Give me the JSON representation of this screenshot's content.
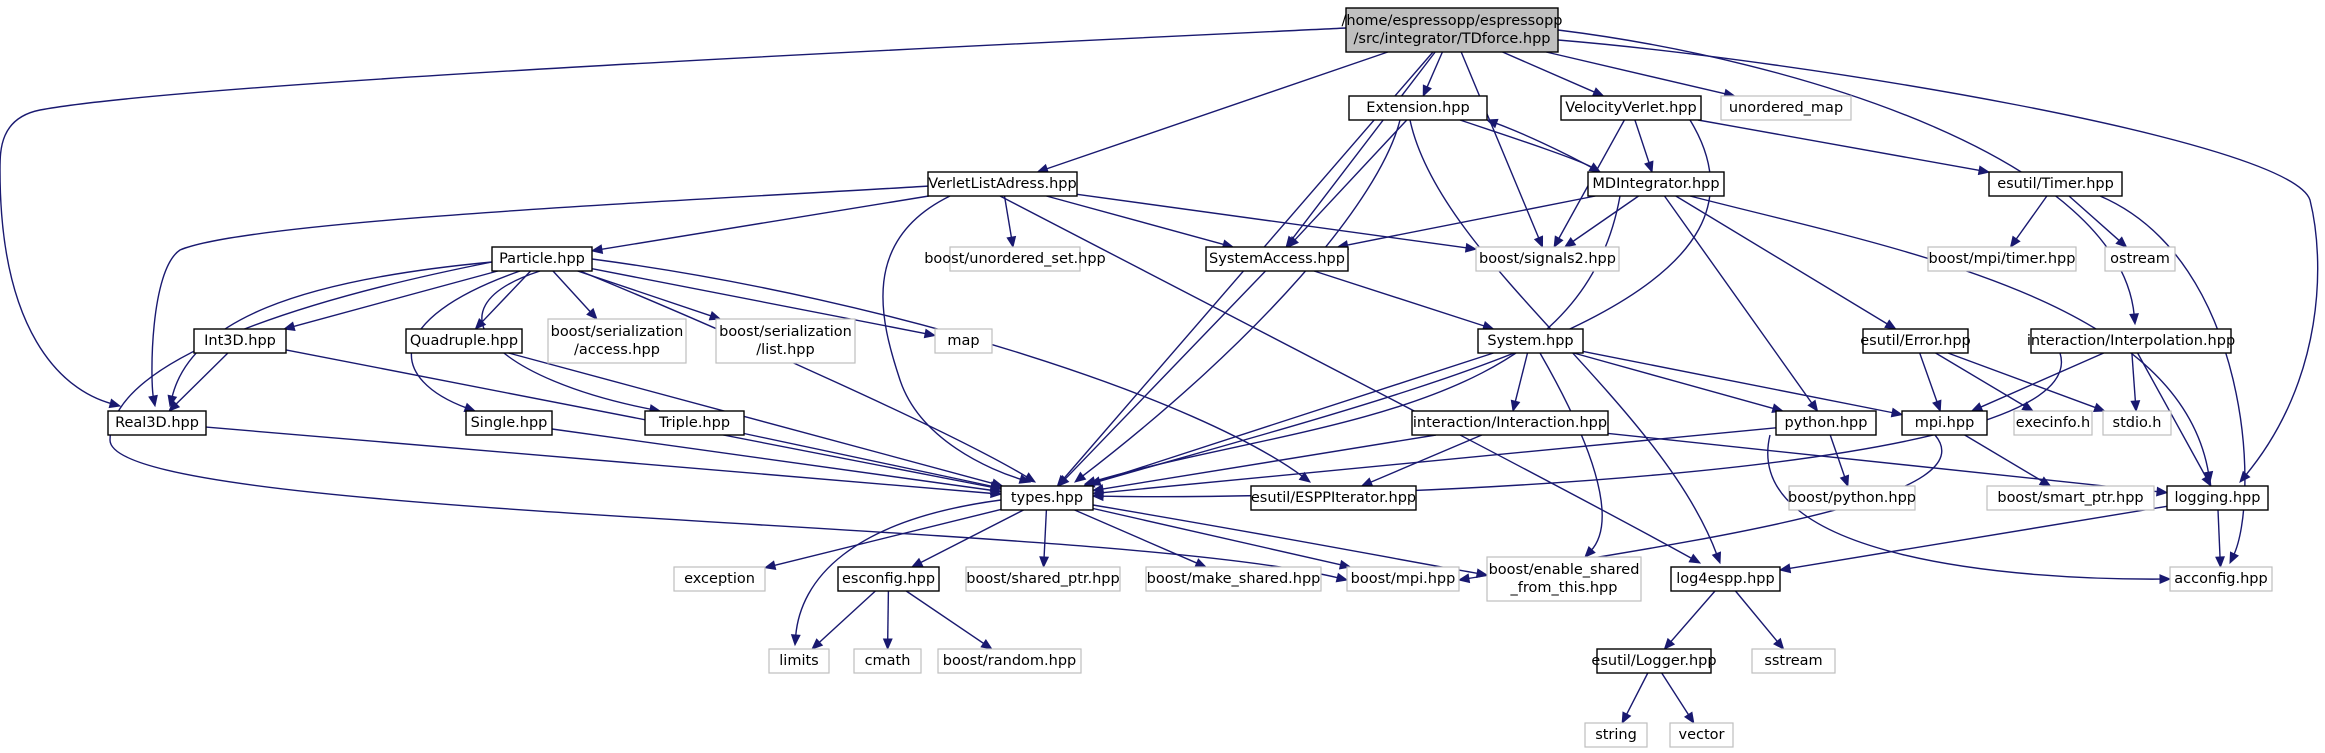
{
  "root": "/home/espressopp/espressopp/src/integrator/TDforce.hpp",
  "nodes": [
    {
      "id": "root",
      "lines": [
        "/home/espressopp/espressopp",
        "/src/integrator/TDforce.hpp"
      ],
      "style": "root"
    },
    {
      "id": "ext",
      "lines": [
        "Extension.hpp"
      ],
      "style": "doc"
    },
    {
      "id": "vv",
      "lines": [
        "VelocityVerlet.hpp"
      ],
      "style": "doc"
    },
    {
      "id": "umap",
      "lines": [
        "unordered_map"
      ],
      "style": "external"
    },
    {
      "id": "vla",
      "lines": [
        "VerletListAdress.hpp"
      ],
      "style": "doc"
    },
    {
      "id": "mdi",
      "lines": [
        "MDIntegrator.hpp"
      ],
      "style": "doc"
    },
    {
      "id": "timer",
      "lines": [
        "esutil/Timer.hpp"
      ],
      "style": "doc"
    },
    {
      "id": "particle",
      "lines": [
        "Particle.hpp"
      ],
      "style": "doc"
    },
    {
      "id": "uset",
      "lines": [
        "boost/unordered_set.hpp"
      ],
      "style": "external"
    },
    {
      "id": "sysacc",
      "lines": [
        "SystemAccess.hpp"
      ],
      "style": "doc"
    },
    {
      "id": "signals",
      "lines": [
        "boost/signals2.hpp"
      ],
      "style": "external"
    },
    {
      "id": "mpitimer",
      "lines": [
        "boost/mpi/timer.hpp"
      ],
      "style": "external"
    },
    {
      "id": "ostream",
      "lines": [
        "ostream"
      ],
      "style": "external"
    },
    {
      "id": "int3d",
      "lines": [
        "Int3D.hpp"
      ],
      "style": "doc"
    },
    {
      "id": "quad",
      "lines": [
        "Quadruple.hpp"
      ],
      "style": "doc"
    },
    {
      "id": "bsacc",
      "lines": [
        "boost/serialization",
        "/access.hpp"
      ],
      "style": "external"
    },
    {
      "id": "bslist",
      "lines": [
        "boost/serialization",
        "/list.hpp"
      ],
      "style": "external"
    },
    {
      "id": "map",
      "lines": [
        "map"
      ],
      "style": "external"
    },
    {
      "id": "system",
      "lines": [
        "System.hpp"
      ],
      "style": "doc"
    },
    {
      "id": "error",
      "lines": [
        "esutil/Error.hpp"
      ],
      "style": "doc"
    },
    {
      "id": "interp",
      "lines": [
        "interaction/Interpolation.hpp"
      ],
      "style": "doc"
    },
    {
      "id": "real3d",
      "lines": [
        "Real3D.hpp"
      ],
      "style": "doc"
    },
    {
      "id": "single",
      "lines": [
        "Single.hpp"
      ],
      "style": "doc"
    },
    {
      "id": "triple",
      "lines": [
        "Triple.hpp"
      ],
      "style": "doc"
    },
    {
      "id": "inter",
      "lines": [
        "interaction/Interaction.hpp"
      ],
      "style": "doc"
    },
    {
      "id": "python",
      "lines": [
        "python.hpp"
      ],
      "style": "doc"
    },
    {
      "id": "mpi",
      "lines": [
        "mpi.hpp"
      ],
      "style": "doc"
    },
    {
      "id": "execinfo",
      "lines": [
        "execinfo.h"
      ],
      "style": "external"
    },
    {
      "id": "stdio",
      "lines": [
        "stdio.h"
      ],
      "style": "external"
    },
    {
      "id": "types",
      "lines": [
        "types.hpp"
      ],
      "style": "doc"
    },
    {
      "id": "esppit",
      "lines": [
        "esutil/ESPPIterator.hpp"
      ],
      "style": "doc"
    },
    {
      "id": "bpython",
      "lines": [
        "boost/python.hpp"
      ],
      "style": "external"
    },
    {
      "id": "bsmart",
      "lines": [
        "boost/smart_ptr.hpp"
      ],
      "style": "external"
    },
    {
      "id": "logging",
      "lines": [
        "logging.hpp"
      ],
      "style": "doc"
    },
    {
      "id": "exception",
      "lines": [
        "exception"
      ],
      "style": "external"
    },
    {
      "id": "esconfig",
      "lines": [
        "esconfig.hpp"
      ],
      "style": "doc"
    },
    {
      "id": "bshared",
      "lines": [
        "boost/shared_ptr.hpp"
      ],
      "style": "external"
    },
    {
      "id": "bmake",
      "lines": [
        "boost/make_shared.hpp"
      ],
      "style": "external"
    },
    {
      "id": "bmpi",
      "lines": [
        "boost/mpi.hpp"
      ],
      "style": "external"
    },
    {
      "id": "benable",
      "lines": [
        "boost/enable_shared",
        "_from_this.hpp"
      ],
      "style": "external"
    },
    {
      "id": "log4",
      "lines": [
        "log4espp.hpp"
      ],
      "style": "doc"
    },
    {
      "id": "acconfig",
      "lines": [
        "acconfig.hpp"
      ],
      "style": "external"
    },
    {
      "id": "limits",
      "lines": [
        "limits"
      ],
      "style": "external"
    },
    {
      "id": "cmath",
      "lines": [
        "cmath"
      ],
      "style": "external"
    },
    {
      "id": "brandom",
      "lines": [
        "boost/random.hpp"
      ],
      "style": "external"
    },
    {
      "id": "logger",
      "lines": [
        "esutil/Logger.hpp"
      ],
      "style": "doc"
    },
    {
      "id": "sstream",
      "lines": [
        "sstream"
      ],
      "style": "external"
    },
    {
      "id": "string",
      "lines": [
        "string"
      ],
      "style": "external"
    },
    {
      "id": "vector",
      "lines": [
        "vector"
      ],
      "style": "external"
    }
  ],
  "edges": [
    [
      "root",
      "ext"
    ],
    [
      "root",
      "vv"
    ],
    [
      "root",
      "umap"
    ],
    [
      "root",
      "vla"
    ],
    [
      "root",
      "sysacc"
    ],
    [
      "root",
      "signals"
    ],
    [
      "root",
      "types"
    ],
    [
      "root",
      "real3d"
    ],
    [
      "root",
      "logging"
    ],
    [
      "root",
      "interp"
    ],
    [
      "ext",
      "mdi"
    ],
    [
      "ext",
      "sysacc"
    ],
    [
      "ext",
      "types"
    ],
    [
      "ext",
      "log4"
    ],
    [
      "vv",
      "mdi"
    ],
    [
      "vv",
      "signals"
    ],
    [
      "vv",
      "timer"
    ],
    [
      "vv",
      "types"
    ],
    [
      "mdi",
      "ext"
    ],
    [
      "mdi",
      "sysacc"
    ],
    [
      "mdi",
      "signals"
    ],
    [
      "mdi",
      "types"
    ],
    [
      "mdi",
      "python"
    ],
    [
      "mdi",
      "error"
    ],
    [
      "mdi",
      "logging"
    ],
    [
      "vla",
      "particle"
    ],
    [
      "vla",
      "uset"
    ],
    [
      "vla",
      "sysacc"
    ],
    [
      "vla",
      "signals"
    ],
    [
      "vla",
      "types"
    ],
    [
      "vla",
      "real3d"
    ],
    [
      "vla",
      "log4"
    ],
    [
      "timer",
      "mpitimer"
    ],
    [
      "timer",
      "ostream"
    ],
    [
      "timer",
      "acconfig"
    ],
    [
      "particle",
      "int3d"
    ],
    [
      "particle",
      "quad"
    ],
    [
      "particle",
      "bsacc"
    ],
    [
      "particle",
      "bslist"
    ],
    [
      "particle",
      "map"
    ],
    [
      "particle",
      "real3d"
    ],
    [
      "particle",
      "single"
    ],
    [
      "particle",
      "triple"
    ],
    [
      "particle",
      "types"
    ],
    [
      "particle",
      "esppit"
    ],
    [
      "particle",
      "bmpi"
    ],
    [
      "sysacc",
      "system"
    ],
    [
      "sysacc",
      "types"
    ],
    [
      "system",
      "inter"
    ],
    [
      "system",
      "python"
    ],
    [
      "system",
      "mpi"
    ],
    [
      "system",
      "types"
    ],
    [
      "system",
      "benable"
    ],
    [
      "error",
      "mpi"
    ],
    [
      "error",
      "execinfo"
    ],
    [
      "error",
      "stdio"
    ],
    [
      "interp",
      "mpi"
    ],
    [
      "interp",
      "stdio"
    ],
    [
      "interp",
      "logging"
    ],
    [
      "interp",
      "types"
    ],
    [
      "int3d",
      "real3d"
    ],
    [
      "int3d",
      "types"
    ],
    [
      "quad",
      "types"
    ],
    [
      "single",
      "types"
    ],
    [
      "triple",
      "types"
    ],
    [
      "real3d",
      "types"
    ],
    [
      "inter",
      "types"
    ],
    [
      "inter",
      "esppit"
    ],
    [
      "inter",
      "logging"
    ],
    [
      "python",
      "types"
    ],
    [
      "python",
      "bpython"
    ],
    [
      "python",
      "acconfig"
    ],
    [
      "mpi",
      "bsmart"
    ],
    [
      "mpi",
      "bmpi"
    ],
    [
      "types",
      "exception"
    ],
    [
      "types",
      "esconfig"
    ],
    [
      "types",
      "bshared"
    ],
    [
      "types",
      "bmake"
    ],
    [
      "types",
      "bmpi"
    ],
    [
      "types",
      "benable"
    ],
    [
      "types",
      "limits"
    ],
    [
      "esconfig",
      "limits"
    ],
    [
      "esconfig",
      "cmath"
    ],
    [
      "esconfig",
      "brandom"
    ],
    [
      "logging",
      "log4"
    ],
    [
      "logging",
      "acconfig"
    ],
    [
      "log4",
      "logger"
    ],
    [
      "log4",
      "sstream"
    ],
    [
      "logger",
      "string"
    ],
    [
      "logger",
      "vector"
    ]
  ]
}
